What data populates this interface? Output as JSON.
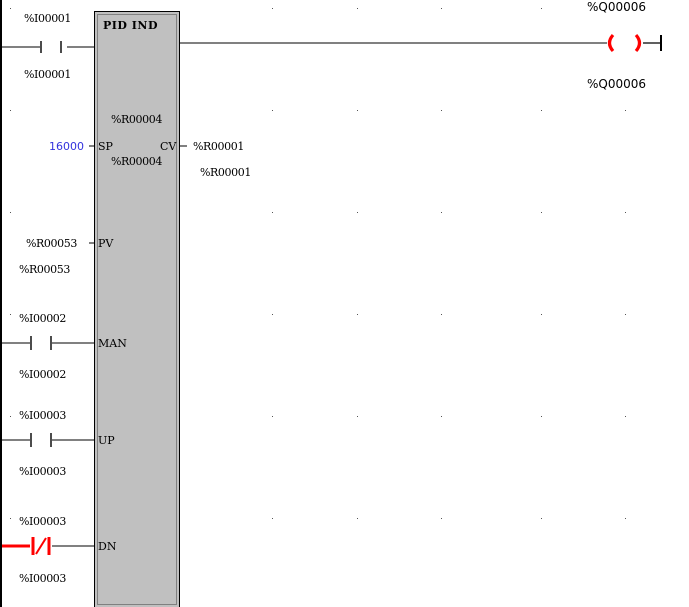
{
  "block": {
    "title": "PID IND",
    "param": "%R00004",
    "param_nick": "%R00004",
    "pins": {
      "sp": "SP",
      "cv": "CV",
      "pv": "PV",
      "man": "MAN",
      "up": "UP",
      "dn": "DN"
    }
  },
  "rung1": {
    "contact": {
      "address": "%I00001",
      "nickname": "%I00001",
      "type": "normally-open"
    },
    "coil": {
      "address": "%Q00006",
      "nickname": "%Q00006",
      "color": "#ff0000"
    }
  },
  "sp_input": {
    "value": "16000",
    "color": "#3333dd"
  },
  "cv_output": {
    "address": "%R00001",
    "nickname": "%R00001"
  },
  "pv_input": {
    "address": "%R00053",
    "nickname": "%R00053"
  },
  "man_contact": {
    "address": "%I00002",
    "nickname": "%I00002",
    "type": "normally-open"
  },
  "up_contact": {
    "address": "%I00003",
    "nickname": "%I00003",
    "type": "normally-open"
  },
  "dn_contact": {
    "address": "%I00003",
    "nickname": "%I00003",
    "type": "normally-closed",
    "color": "#ff0000"
  },
  "colors": {
    "background": "#ffffff",
    "block_fill": "#c0c0c0",
    "energized": "#ff0000",
    "constant": "#3333dd"
  }
}
